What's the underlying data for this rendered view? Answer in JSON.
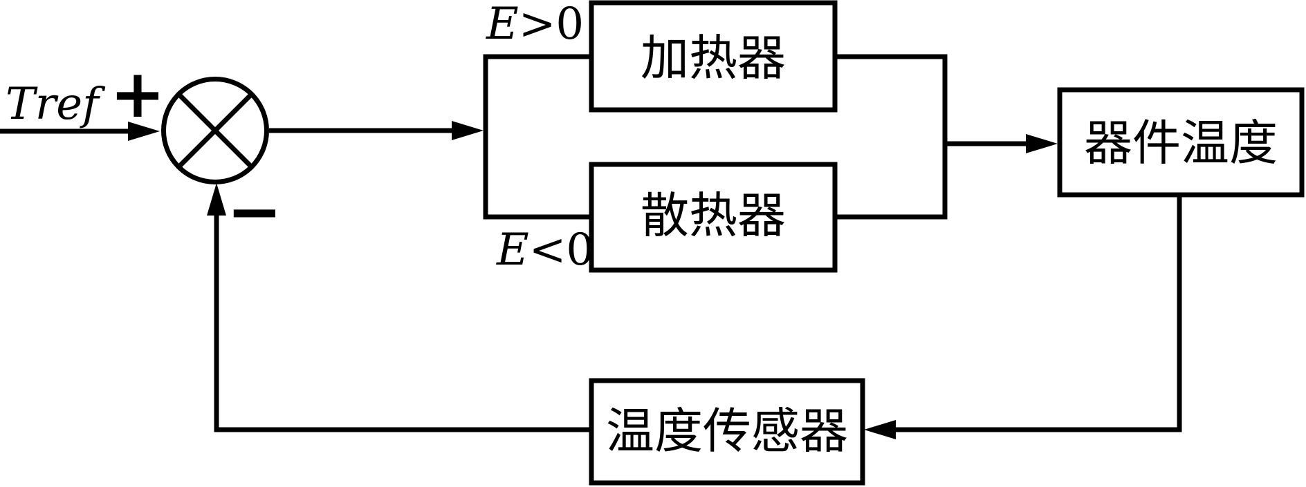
{
  "diagram": {
    "kind": "temperature-feedback-control-block-diagram",
    "colors": {
      "line": "#000000",
      "background": "#ffffff",
      "text": "#000000"
    },
    "reference": {
      "label": "Tref"
    },
    "summing_junction": {
      "plus_sign": "+",
      "minus_sign": "−"
    },
    "conditions": {
      "top": {
        "variable": "E",
        "relation": ">0"
      },
      "bottom": {
        "variable": "E",
        "relation": "<0"
      }
    },
    "blocks": {
      "heater": {
        "label": "加热器"
      },
      "cooler": {
        "label": "散热器"
      },
      "device_temperature": {
        "label": "器件温度"
      },
      "temperature_sensor": {
        "label": "温度传感器"
      }
    }
  }
}
